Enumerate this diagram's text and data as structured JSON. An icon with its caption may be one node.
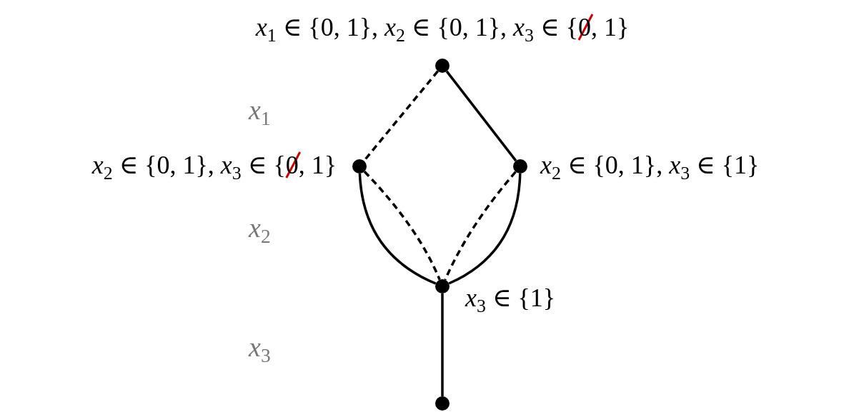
{
  "diagram": {
    "nodes": [
      {
        "text": [],
        "shape": "circle",
        "beside": [
          "*x*$_{1}$ ∈ {0, 1}, *x*$_{2}$ ∈ {0, 1}, *x*$_{3}$ ∈ {0, 1}"
        ]
      },
      {
        "text": [],
        "shape": "circle",
        "beside": [
          "*x*$_{2}$ ∈ {0, 1}, *x*$_{3}$ ∈ {0, 1}"
        ]
      },
      {
        "text": [],
        "shape": "circle",
        "beside": [
          "*x*$_{2}$ ∈ {0, 1}, *x*$_{3}$ ∈ {1}"
        ]
      },
      {
        "text": [],
        "shape": "circle",
        "beside": [
          "*x*$_{3}$ ∈ {1}"
        ]
      },
      {
        "text": [],
        "shape": "circle"
      }
    ],
    "edges": [
      {
        "from": 0,
        "to": 1,
        "arrow": "none",
        "style": "dashed"
      },
      {
        "from": 0,
        "to": 2,
        "arrow": "none"
      },
      {
        "from": 1,
        "to": 3,
        "arrow": "none"
      },
      {
        "from": 1,
        "to": 3,
        "arrow": "none",
        "style": "dashed"
      },
      {
        "from": 2,
        "to": 3,
        "arrow": "none",
        "style": "dashed"
      },
      {
        "from": 2,
        "to": 3,
        "arrow": "none"
      },
      {
        "from": 3,
        "to": 4,
        "arrow": "none"
      }
    ],
    "labels": [
      "*x*$_{1}$",
      "*x*$_{2}$",
      "*x*$_{3}$"
    ]
  }
}
